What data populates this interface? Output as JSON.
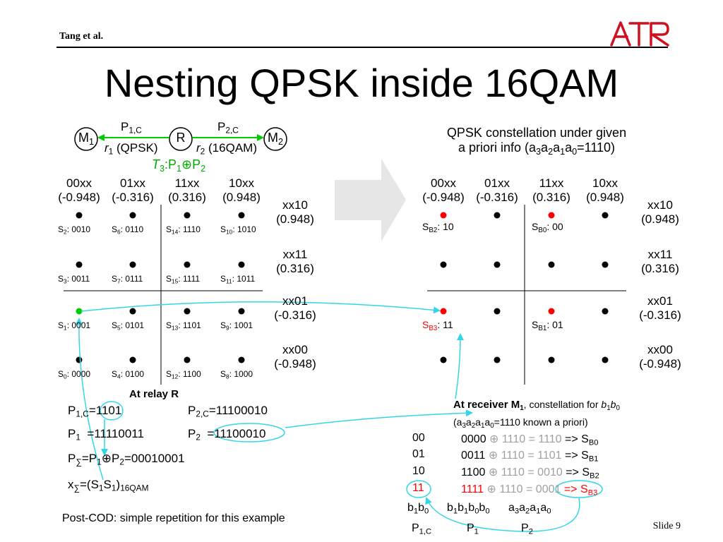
{
  "header": {
    "author": "Tang et al.",
    "logo_text": "ATR",
    "title": "Nesting QPSK inside 16QAM",
    "slide": "Slide 9"
  },
  "relay_diagram": {
    "nodes": {
      "m1": "M",
      "m1_sub": "1",
      "r": "R",
      "m2": "M",
      "m2_sub": "2"
    },
    "p1c": "P",
    "p1c_sub": "1,C",
    "p2c": "P",
    "p2c_sub": "2,C",
    "r1": "r",
    "r1_sub": "1",
    "r1_rest": " (QPSK)",
    "r2": "r",
    "r2_sub": "2",
    "r2_rest": " (16QAM)",
    "t3": "T",
    "t3_sub": "3",
    "t3_mid": ":P",
    "t3_p1_sub": "1",
    "t3_p2": "P",
    "t3_p2_sub": "2"
  },
  "qam16": {
    "columns": [
      {
        "code": "00xx",
        "value": "(-0.948)"
      },
      {
        "code": "01xx",
        "value": "(-0.316)"
      },
      {
        "code": "11xx",
        "value": "(0.316)"
      },
      {
        "code": "10xx",
        "value": "(0.948)"
      }
    ],
    "rows": [
      {
        "code": "xx10",
        "value": "(0.948)"
      },
      {
        "code": "xx11",
        "value": "(0.316)"
      },
      {
        "code": "xx01",
        "value": "(-0.316)"
      },
      {
        "code": "xx00",
        "value": "(-0.948)"
      }
    ],
    "points": [
      [
        {
          "s": "S",
          "sub": "2",
          "bits": ": 0010"
        },
        {
          "s": "S",
          "sub": "6",
          "bits": ": 0110"
        },
        {
          "s": "S",
          "sub": "14",
          "bits": ": 1110"
        },
        {
          "s": "S",
          "sub": "10",
          "bits": ": 1010"
        }
      ],
      [
        {
          "s": "S",
          "sub": "3",
          "bits": ": 0011"
        },
        {
          "s": "S",
          "sub": "7",
          "bits": ": 0111"
        },
        {
          "s": "S",
          "sub": "15",
          "bits": ": 1111"
        },
        {
          "s": "S",
          "sub": "11",
          "bits": ": 1011"
        }
      ],
      [
        {
          "s": "S",
          "sub": "1",
          "bits": ": 0001"
        },
        {
          "s": "S",
          "sub": "5",
          "bits": ": 0101"
        },
        {
          "s": "S",
          "sub": "13",
          "bits": ": 1101"
        },
        {
          "s": "S",
          "sub": "9",
          "bits": ": 1001"
        }
      ],
      [
        {
          "s": "S",
          "sub": "0",
          "bits": ": 0000"
        },
        {
          "s": "S",
          "sub": "4",
          "bits": ": 0100"
        },
        {
          "s": "S",
          "sub": "12",
          "bits": ": 1100"
        },
        {
          "s": "S",
          "sub": "8",
          "bits": ": 1000"
        }
      ]
    ]
  },
  "qpsk": {
    "title_line1": "QPSK constellation under given",
    "title_line2_a": "a priori info (a",
    "title_line2_s3": "3",
    "title_line2_b": "a",
    "title_line2_s2": "2",
    "title_line2_c": "a",
    "title_line2_s1": "1",
    "title_line2_d": "a",
    "title_line2_s0": "0",
    "title_line2_e": "=1110)",
    "labels": {
      "sb2": {
        "s": "S",
        "sub": "B2",
        "bits": ": 10"
      },
      "sb0": {
        "s": "S",
        "sub": "B0",
        "bits": ": 00"
      },
      "sb3": {
        "s": "S",
        "sub": "B3",
        "bits": ": 11"
      },
      "sb1": {
        "s": "S",
        "sub": "B1",
        "bits": ": 01"
      }
    }
  },
  "relay": {
    "heading": "At relay R",
    "p1c_lbl": "P",
    "p1c_sub": "1,C",
    "p1c_val": "=1101",
    "p2c_lbl": "P",
    "p2c_sub": "2,C",
    "p2c_val": "=11100010",
    "p1_lbl": "P",
    "p1_sub": "1",
    "p1_val": "  =11110011",
    "p2_lbl": "P",
    "p2_sub": "2",
    "p2_val": "  =11100010",
    "psum_lbl": "P",
    "psum_sub": "∑",
    "psum_mid": "=P",
    "psum_p1_sub": "1",
    "psum_p2": "P",
    "psum_p2_sub": "2",
    "psum_val": "=00010001",
    "x_lbl": "x",
    "x_sub": "∑",
    "x_mid": "=(S",
    "x_s1": "1",
    "x_mid2": "S",
    "x_s2": "1",
    "x_close": ")",
    "x_sub2": "16QAM"
  },
  "receiver": {
    "heading": "At receiver M",
    "heading_sub": "1",
    "heading_rest": ", constellation for ",
    "heading_b1": "b",
    "heading_b1_sub": "1",
    "heading_b0": "b",
    "heading_b0_sub": "0",
    "line2_a": "(a",
    "line2_s3": "3",
    "line2_b": "a",
    "line2_s2": "2",
    "line2_c": "a",
    "line2_s1": "1",
    "line2_d": "a",
    "line2_s0": "0",
    "line2_e": "=1110 known a priori)",
    "rows": [
      {
        "bb": "00",
        "code": "0000",
        "mid": " 1110 = 1110 ",
        "arrow": "=> S",
        "sub": "B0"
      },
      {
        "bb": "01",
        "code": "0011",
        "mid": " 1110 = 1101 ",
        "arrow": "=> S",
        "sub": "B1"
      },
      {
        "bb": "10",
        "code": "1100",
        "mid": " 1110 = 0010 ",
        "arrow": "=> S",
        "sub": "B2"
      },
      {
        "bb": "11",
        "code": "1111",
        "mid": " 1110 = 0001 ",
        "arrow": "=> S",
        "sub": "B3"
      }
    ],
    "foot1_a": "b",
    "foot1_s1": "1",
    "foot1_b": "b",
    "foot1_s0": "0",
    "foot2_a": "b",
    "foot2_s1": "1",
    "foot2_b": "b",
    "foot2_s2": "1",
    "foot2_c": "b",
    "foot2_s3": "0",
    "foot2_d": "b",
    "foot2_s4": "0",
    "foot3_a": "a",
    "foot3_s3": "3",
    "foot3_b": "a",
    "foot3_s2": "2",
    "foot3_c": "a",
    "foot3_s1": "1",
    "foot3_d": "a",
    "foot3_s0": "0",
    "lbl1": "P",
    "lbl1_sub": "1,C",
    "lbl2": "P",
    "lbl2_sub": "1",
    "lbl3": "P",
    "lbl3_sub": "2"
  },
  "postcod": "Post-COD: simple repetition for this example",
  "colors": {
    "accent_red": "#ff0000",
    "green": "#00cc00",
    "cyan": "#33d6e8",
    "arrow_gray": "#e6e6e6",
    "logo_red": "#d01020"
  }
}
